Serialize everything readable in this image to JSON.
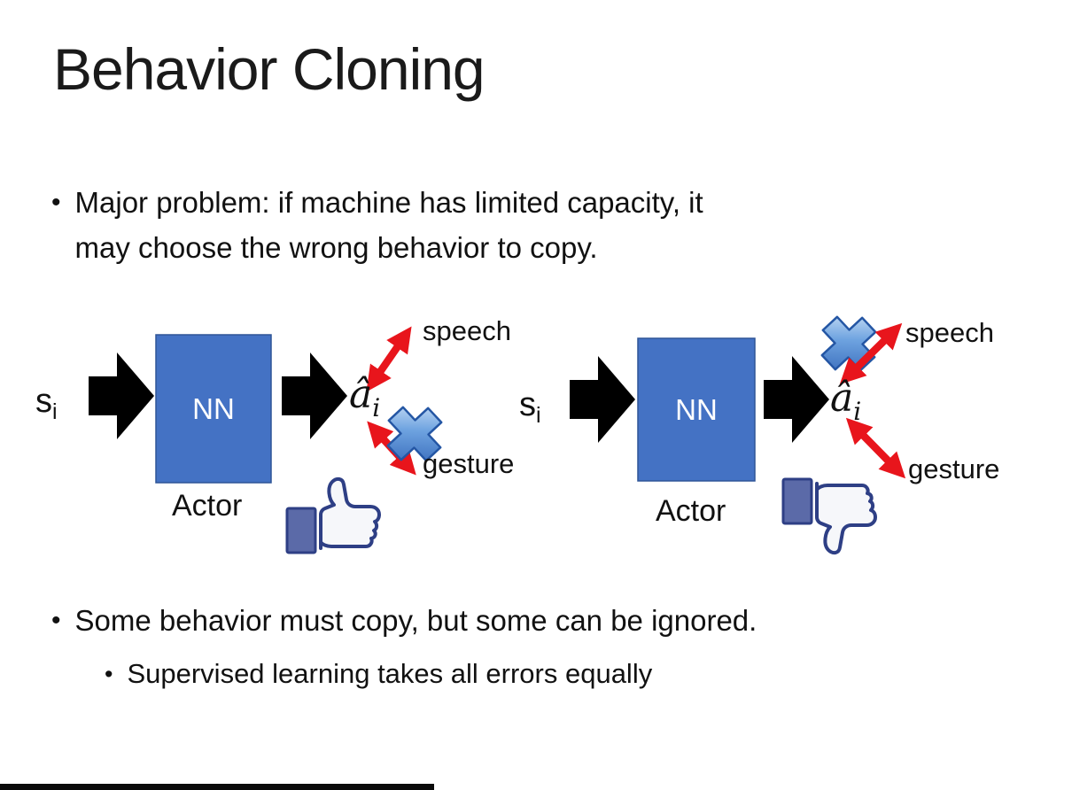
{
  "slide": {
    "title": "Behavior Cloning",
    "bullets": {
      "main1": {
        "marker": "•",
        "lines": [
          "Major problem: if machine has limited capacity, it",
          "may choose the wrong behavior to copy."
        ]
      },
      "main2": {
        "marker": "•",
        "text": "Some behavior must copy, but some can be ignored."
      },
      "sub1": {
        "marker": "•",
        "text": "Supervised learning takes all errors equally"
      }
    }
  },
  "diagrams": {
    "left": {
      "input": {
        "base": "s",
        "sub": "i"
      },
      "network": {
        "label": "NN",
        "caption": "Actor"
      },
      "output": {
        "base": "â",
        "sub": "i"
      },
      "branches": [
        {
          "label": "speech",
          "crossed_out": false
        },
        {
          "label": "gesture",
          "crossed_out": true
        }
      ],
      "feedback": "thumbs-up"
    },
    "right": {
      "input": {
        "base": "s",
        "sub": "i"
      },
      "network": {
        "label": "NN",
        "caption": "Actor"
      },
      "output": {
        "base": "â",
        "sub": "i"
      },
      "branches": [
        {
          "label": "speech",
          "crossed_out": true
        },
        {
          "label": "gesture",
          "crossed_out": false
        }
      ],
      "feedback": "thumbs-down"
    }
  },
  "colors": {
    "box_blue": "#4472c4",
    "box_border": "#2f5597",
    "arrow_black": "#000000",
    "branch_red": "#e8151c",
    "cross_light": "#dcebfa",
    "cross_mid": "#6ea3e0",
    "cross_dark": "#2f62b5",
    "cross_border": "#2456a4",
    "thumb_navy": "#2e3f85",
    "thumb_cuff": "#5b6aa8",
    "thumb_hand": "#f6f7fa",
    "bar_black": "#0a0a0a"
  }
}
